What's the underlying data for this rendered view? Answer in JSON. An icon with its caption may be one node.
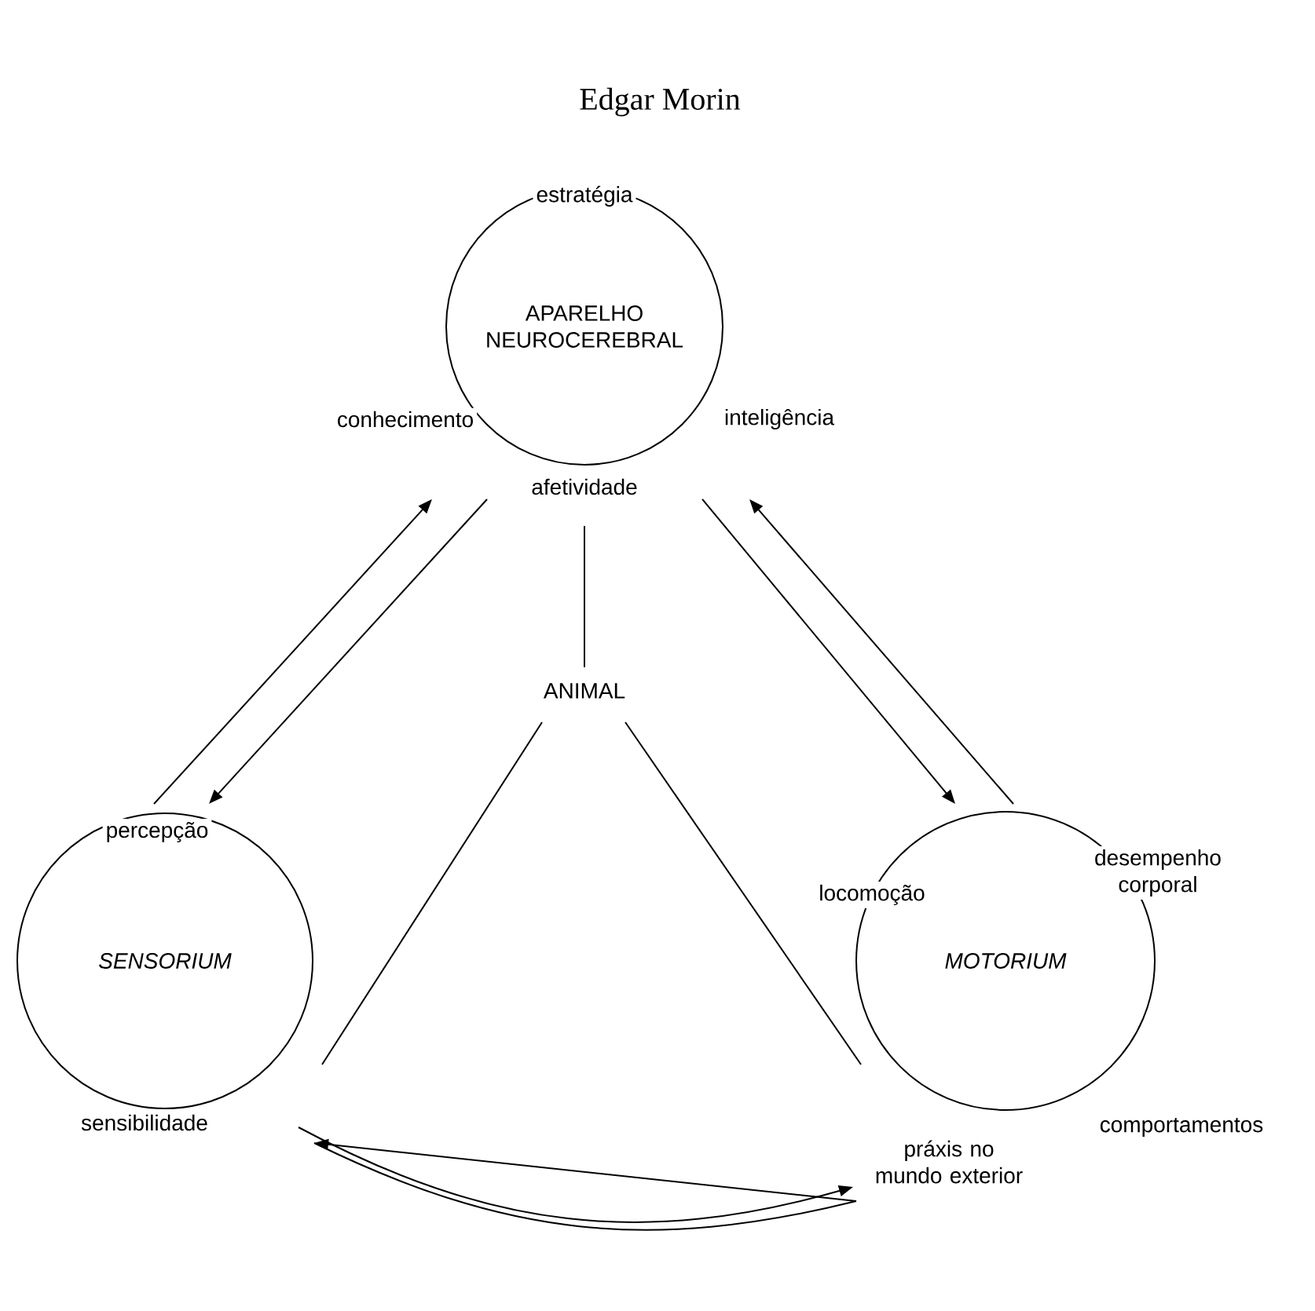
{
  "diagram": {
    "title": "Edgar Morin",
    "nodes": [
      {
        "text": [
          "estratégia",
          "APARELHO NEUROCEREBRAL",
          "conhecimento",
          "inteligência",
          "afetividade"
        ]
      },
      {
        "text": [
          "ANIMAL"
        ]
      },
      {
        "text": [
          "percepção",
          "SENSORIUM",
          "sensibilidade"
        ]
      },
      {
        "text": [
          "locomoção",
          "desempenho corporal",
          "MOTORIUM",
          "práxis no mundo exterior",
          "comportamentos"
        ]
      }
    ],
    "edges": [
      {
        "from": 0,
        "to": 1,
        "arrow": "none"
      },
      {
        "from": 1,
        "to": 2,
        "arrow": "none"
      },
      {
        "from": 1,
        "to": 3,
        "arrow": "none"
      },
      {
        "from": 2,
        "to": 0,
        "arrow": "to"
      },
      {
        "from": 0,
        "to": 2,
        "arrow": "to"
      },
      {
        "from": 0,
        "to": 3,
        "arrow": "to"
      },
      {
        "from": 3,
        "to": 0,
        "arrow": "to"
      },
      {
        "from": 2,
        "to": 3,
        "arrow": "to"
      },
      {
        "from": 3,
        "to": 2,
        "arrow": "to"
      }
    ]
  }
}
